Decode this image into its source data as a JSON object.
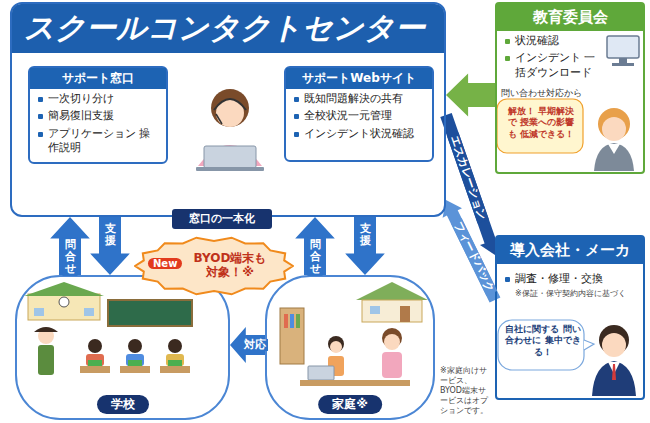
{
  "diagram": {
    "nodes": [
      {
        "text": [
          "スクールコンタクトセンター"
        ]
      },
      {
        "text": [
          "サポート窓口",
          "一次切り分け",
          "簡易復旧支援",
          "アプリケーション 操作説明"
        ],
        "in": 0
      },
      {
        "text": [
          "サポートWebサイト",
          "既知問題解決の共有",
          "全校状況一元管理",
          "インシデント状況確認"
        ],
        "in": 0
      },
      {
        "text": [
          "窓口の一本化"
        ],
        "in": 0
      },
      {
        "text": [
          "教育委員会",
          "状況確認",
          "インシデント 一括ダウンロード",
          "問い合わせ対応から",
          "解放！ 早期解決で 授業への影響も 低減できる！"
        ]
      },
      {
        "text": [
          "導入会社・メーカ",
          "調査・修理・交換",
          "※保証・保守契約内容に基づく",
          "自社に関する 問い合わせに 集中できる！"
        ]
      },
      {
        "text": [
          "学校"
        ]
      },
      {
        "text": [
          "家庭※"
        ]
      },
      {
        "text": [
          "New",
          "BYOD端末も 対象！※"
        ]
      }
    ],
    "edges": [
      {
        "from": 6,
        "to": 0,
        "arrow": "to",
        "label": "問合せ"
      },
      {
        "from": 0,
        "to": 6,
        "arrow": "to",
        "label": "支援"
      },
      {
        "from": 7,
        "to": 0,
        "arrow": "to",
        "label": "問合せ"
      },
      {
        "from": 0,
        "to": 7,
        "arrow": "to",
        "label": "支援"
      },
      {
        "from": 7,
        "to": 6,
        "arrow": "to",
        "label": "対応"
      },
      {
        "from": 0,
        "to": 5,
        "arrow": "to",
        "label": "エスカレーション"
      },
      {
        "from": 5,
        "to": 0,
        "arrow": "to",
        "label": "フィードバック"
      },
      {
        "from": 4,
        "to": 0,
        "arrow": "to"
      }
    ],
    "labels": [
      "※家庭向けサービス、BYOD端末サービスはオプションです。"
    ]
  }
}
